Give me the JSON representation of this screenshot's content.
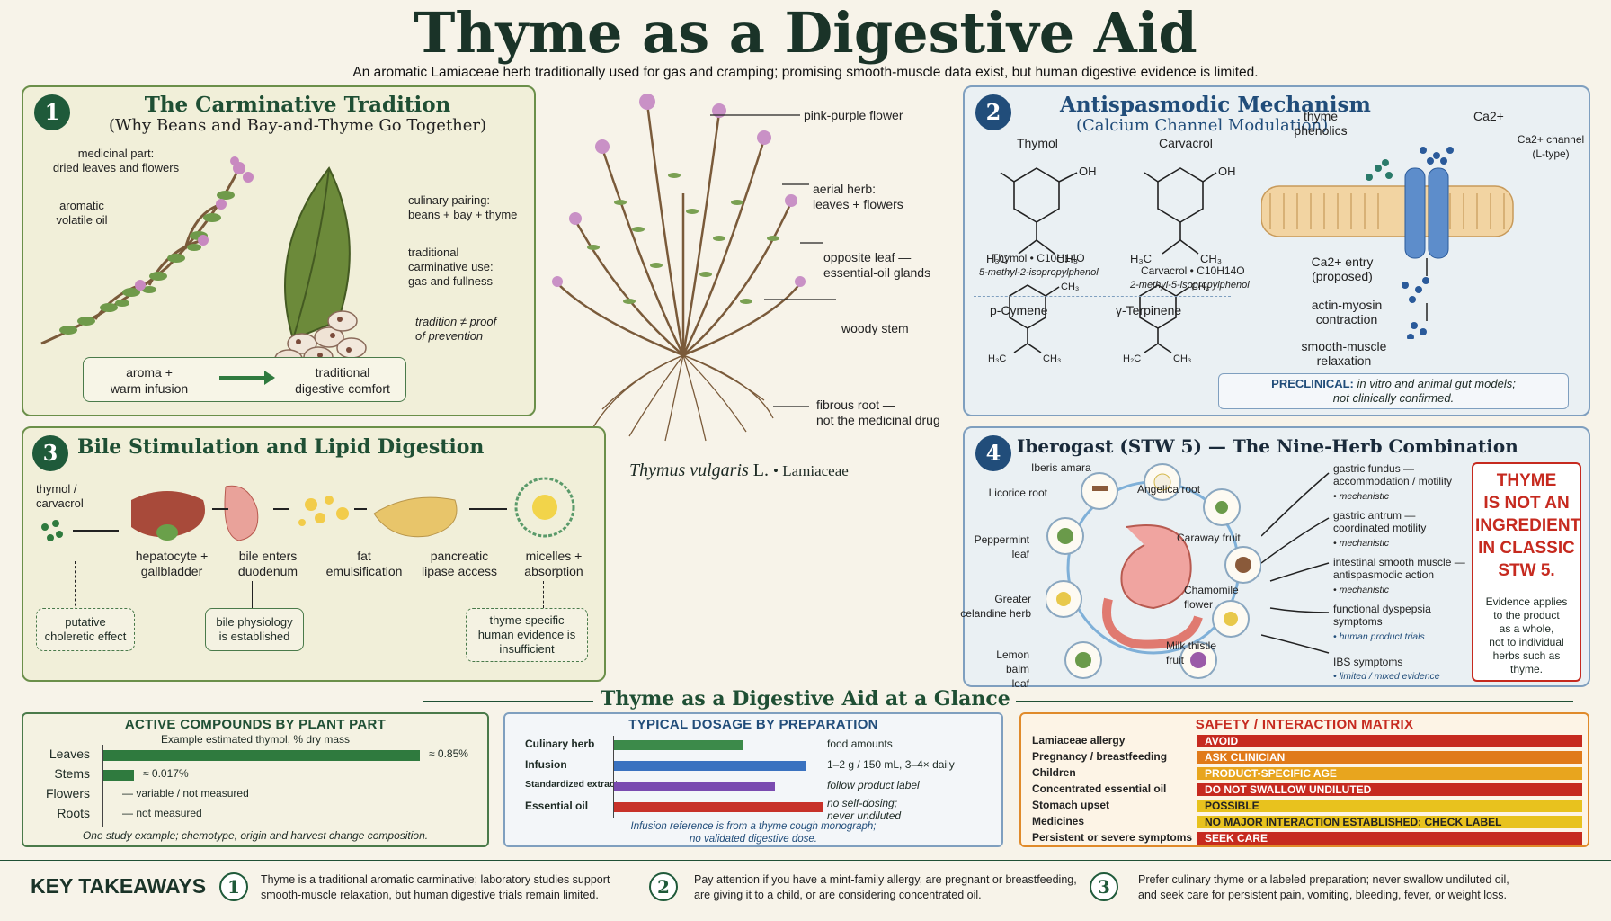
{
  "header": {
    "title": "Thyme as a Digestive Aid",
    "subtitle": "An aromatic Lamiaceae herb traditionally used for gas and cramping; promising smooth-muscle data exist, but human digestive evidence is limited."
  },
  "panel1": {
    "num": "1",
    "title": "The Carminative Tradition",
    "subtitle": "(Why Beans and Bay-and-Thyme Go Together)",
    "label_medicinal": "medicinal part:\ndried leaves and flowers",
    "label_oil": "aromatic\nvolatile oil",
    "label_culinary": "culinary pairing:\nbeans + bay + thyme",
    "label_traditional": "traditional\ncarminative use:\ngas and fullness",
    "label_proof": "tradition ≠ proof\nof prevention",
    "flow_left": "aroma +\nwarm infusion",
    "flow_right": "traditional\ndigestive comfort"
  },
  "plant": {
    "label_flower": "pink-purple flower",
    "label_aerial": "aerial herb:\nleaves + flowers",
    "label_leaf": "opposite leaf —\nessential-oil glands",
    "label_stem": "woody stem",
    "label_root": "fibrous root —\nnot the medicinal drug",
    "species": "Thymus vulgaris",
    "species_author": "L.",
    "family": "• Lamiaceae"
  },
  "panel2": {
    "num": "2",
    "title": "Antispasmodic Mechanism",
    "subtitle": "(Calcium Channel Modulation)",
    "thymol_name": "Thymol",
    "carvacrol_name": "Carvacrol",
    "thymol_formula": "Thymol • C10H14O",
    "thymol_iupac": "5-methyl-2-isopropylphenol",
    "carvacrol_formula": "Carvacrol • C10H14O",
    "carvacrol_iupac": "2-methyl-5-isopropylphenol",
    "pcymene": "p-Cymene",
    "terpinene": "γ-Terpinene",
    "label_phenolics": "thyme\nphenolics",
    "label_ca": "Ca2+",
    "label_channel": "Ca2+ channel\n(L-type)",
    "step1": "Ca2+ entry\n(proposed)",
    "step2": "actin-myosin\ncontraction",
    "step3": "smooth-muscle\nrelaxation",
    "preclinical_bold": "PRECLINICAL:",
    "preclinical_text": "in vitro and animal gut models;\nnot clinically confirmed."
  },
  "panel3": {
    "num": "3",
    "title": "Bile Stimulation and Lipid Digestion",
    "start_label": "thymol /\ncarvacrol",
    "steps": [
      {
        "label": "hepatocyte +\ngallbladder"
      },
      {
        "label": "bile enters\nduodenum"
      },
      {
        "label": "fat\nemulsification"
      },
      {
        "label": "pancreatic\nlipase access"
      },
      {
        "label": "micelles +\nabsorption"
      }
    ],
    "box_choleretic": "putative\ncholeretic effect",
    "box_bile": "bile physiology\nis established",
    "box_insufficient": "thyme-specific\nhuman evidence is\ninsufficient"
  },
  "panel4": {
    "num": "4",
    "title": "Iberogast (STW 5) — The Nine-Herb Combination",
    "herbs": [
      "Iberis amara",
      "Angelica root",
      "Caraway fruit",
      "Chamomile\nflower",
      "Milk thistle\nfruit",
      "Lemon balm\nleaf",
      "Greater\ncelandine herb",
      "Peppermint\nleaf",
      "Licorice root"
    ],
    "effects": [
      {
        "title": "gastric fundus —\naccommodation / motility",
        "note": "• mechanistic"
      },
      {
        "title": "gastric antrum —\ncoordinated motility",
        "note": "• mechanistic"
      },
      {
        "title": "intestinal smooth muscle —\nantispasmodic action",
        "note": "• mechanistic"
      },
      {
        "title": "functional dyspepsia\nsymptoms",
        "note": "• human product trials"
      },
      {
        "title": "IBS symptoms",
        "note": "• limited / mixed evidence"
      }
    ],
    "warning_title": "THYME\nIS NOT AN\nINGREDIENT\nIN CLASSIC\nSTW 5.",
    "warning_text": "Evidence applies\nto the product\nas a whole,\nnot to individual\nherbs such as\nthyme."
  },
  "glance_title": "Thyme as a Digestive Aid at a Glance",
  "compounds": {
    "title": "ACTIVE COMPOUNDS BY PLANT PART",
    "subtitle": "Example estimated thymol, % dry mass",
    "rows": [
      {
        "part": "Leaves",
        "value": 0.85,
        "label": "≈ 0.85%"
      },
      {
        "part": "Stems",
        "value": 0.017,
        "label": "≈ 0.017%"
      },
      {
        "part": "Flowers",
        "value": null,
        "label": "— variable / not measured"
      },
      {
        "part": "Roots",
        "value": null,
        "label": "— not measured"
      }
    ],
    "footnote": "One study example; chemotype, origin and harvest change composition.",
    "bar_color": "#2f7a3e"
  },
  "dosage": {
    "title": "TYPICAL DOSAGE BY PREPARATION",
    "rows": [
      {
        "prep": "Culinary herb",
        "level": 0.38,
        "color": "#3c8a4a",
        "label": "food amounts"
      },
      {
        "prep": "Infusion",
        "level": 0.56,
        "color": "#3a72c0",
        "label": "1–2 g / 150 mL, 3–4× daily"
      },
      {
        "prep": "Standardized extract",
        "level": 0.47,
        "color": "#7a4bb0",
        "label": "follow product label"
      },
      {
        "prep": "Essential oil",
        "level": 0.61,
        "color": "#c8322a",
        "label": "no self-dosing;\nnever undiluted"
      }
    ],
    "footnote": "Infusion reference is from a thyme cough monograph;\nno validated digestive dose."
  },
  "safety": {
    "title": "SAFETY / INTERACTION MATRIX",
    "rows": [
      {
        "cond": "Lamiaceae allergy",
        "advice": "AVOID",
        "color": "#c62a1f"
      },
      {
        "cond": "Pregnancy / breastfeeding",
        "advice": "ASK CLINICIAN",
        "color": "#e07a1a"
      },
      {
        "cond": "Children",
        "advice": "PRODUCT-SPECIFIC AGE",
        "color": "#e8a51e"
      },
      {
        "cond": "Concentrated essential oil",
        "advice": "DO NOT SWALLOW UNDILUTED",
        "color": "#c62a1f"
      },
      {
        "cond": "Stomach upset",
        "advice": "POSSIBLE",
        "color": "#e8c21e"
      },
      {
        "cond": "Medicines",
        "advice": "NO MAJOR INTERACTION ESTABLISHED; CHECK LABEL",
        "color": "#e8c21e"
      },
      {
        "cond": "Persistent or severe symptoms",
        "advice": "SEEK CARE",
        "color": "#c62a1f"
      }
    ]
  },
  "takeaways": {
    "title": "KEY TAKEAWAYS",
    "items": [
      {
        "num": "1",
        "text": "Thyme is a traditional aromatic carminative; laboratory studies support\nsmooth-muscle relaxation, but human digestive trials remain limited."
      },
      {
        "num": "2",
        "text": "Pay attention if you have a mint-family allergy, are pregnant or breastfeeding,\nare giving it to a child, or are considering concentrated oil."
      },
      {
        "num": "3",
        "text": "Prefer culinary thyme or a labeled preparation; never swallow undiluted oil,\nand seek care for persistent pain, vomiting, bleeding, fever, or weight loss."
      }
    ]
  }
}
